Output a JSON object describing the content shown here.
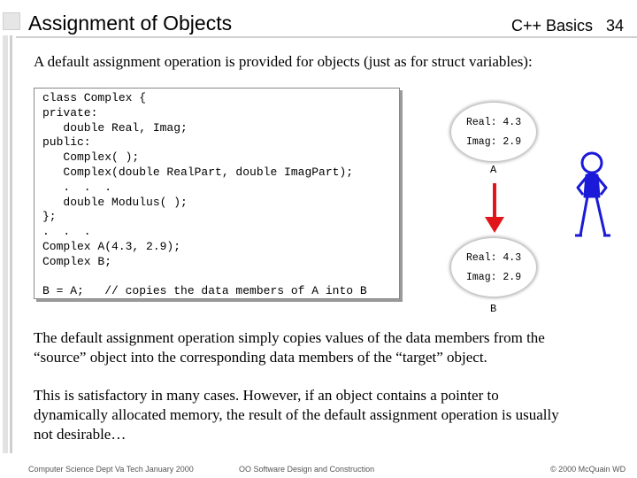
{
  "slide": {
    "title": "Assignment of Objects",
    "subject": "C++ Basics",
    "page_number": "34",
    "intro": "A default assignment operation is provided for objects (just as for struct variables):",
    "code_lines": [
      "class Complex {",
      "private:",
      "   double Real, Imag;",
      "public:",
      "   Complex( );",
      "   Complex(double RealPart, double ImagPart);",
      "   .  .  .",
      "   double Modulus( );",
      "};",
      ".  .  .",
      "Complex A(4.3, 2.9);",
      "Complex B;",
      "",
      "B = A;   // copies the data members of A into B"
    ],
    "object_a": {
      "real": "Real: 4.3",
      "imag": "Imag: 2.9",
      "label": "A"
    },
    "object_b": {
      "real": "Real: 4.3",
      "imag": "Imag: 2.9",
      "label": "B"
    },
    "paragraph1_line1": "The default assignment operation simply copies values of the data members from the",
    "paragraph1_line2": "“source” object into the corresponding data members of the “target” object.",
    "paragraph2_line1": "This is satisfactory in many cases.  However, if an object contains a pointer to",
    "paragraph2_line2": "dynamically allocated memory, the result of the default assignment operation is usually",
    "paragraph2_line3": "not desirable…",
    "footer_left": "Computer Science Dept Va Tech January 2000",
    "footer_center": "OO Software Design and Construction",
    "footer_right": "© 2000  McQuain WD"
  },
  "colors": {
    "arrow": "#e0161a",
    "figure": "#1a1ad8"
  }
}
